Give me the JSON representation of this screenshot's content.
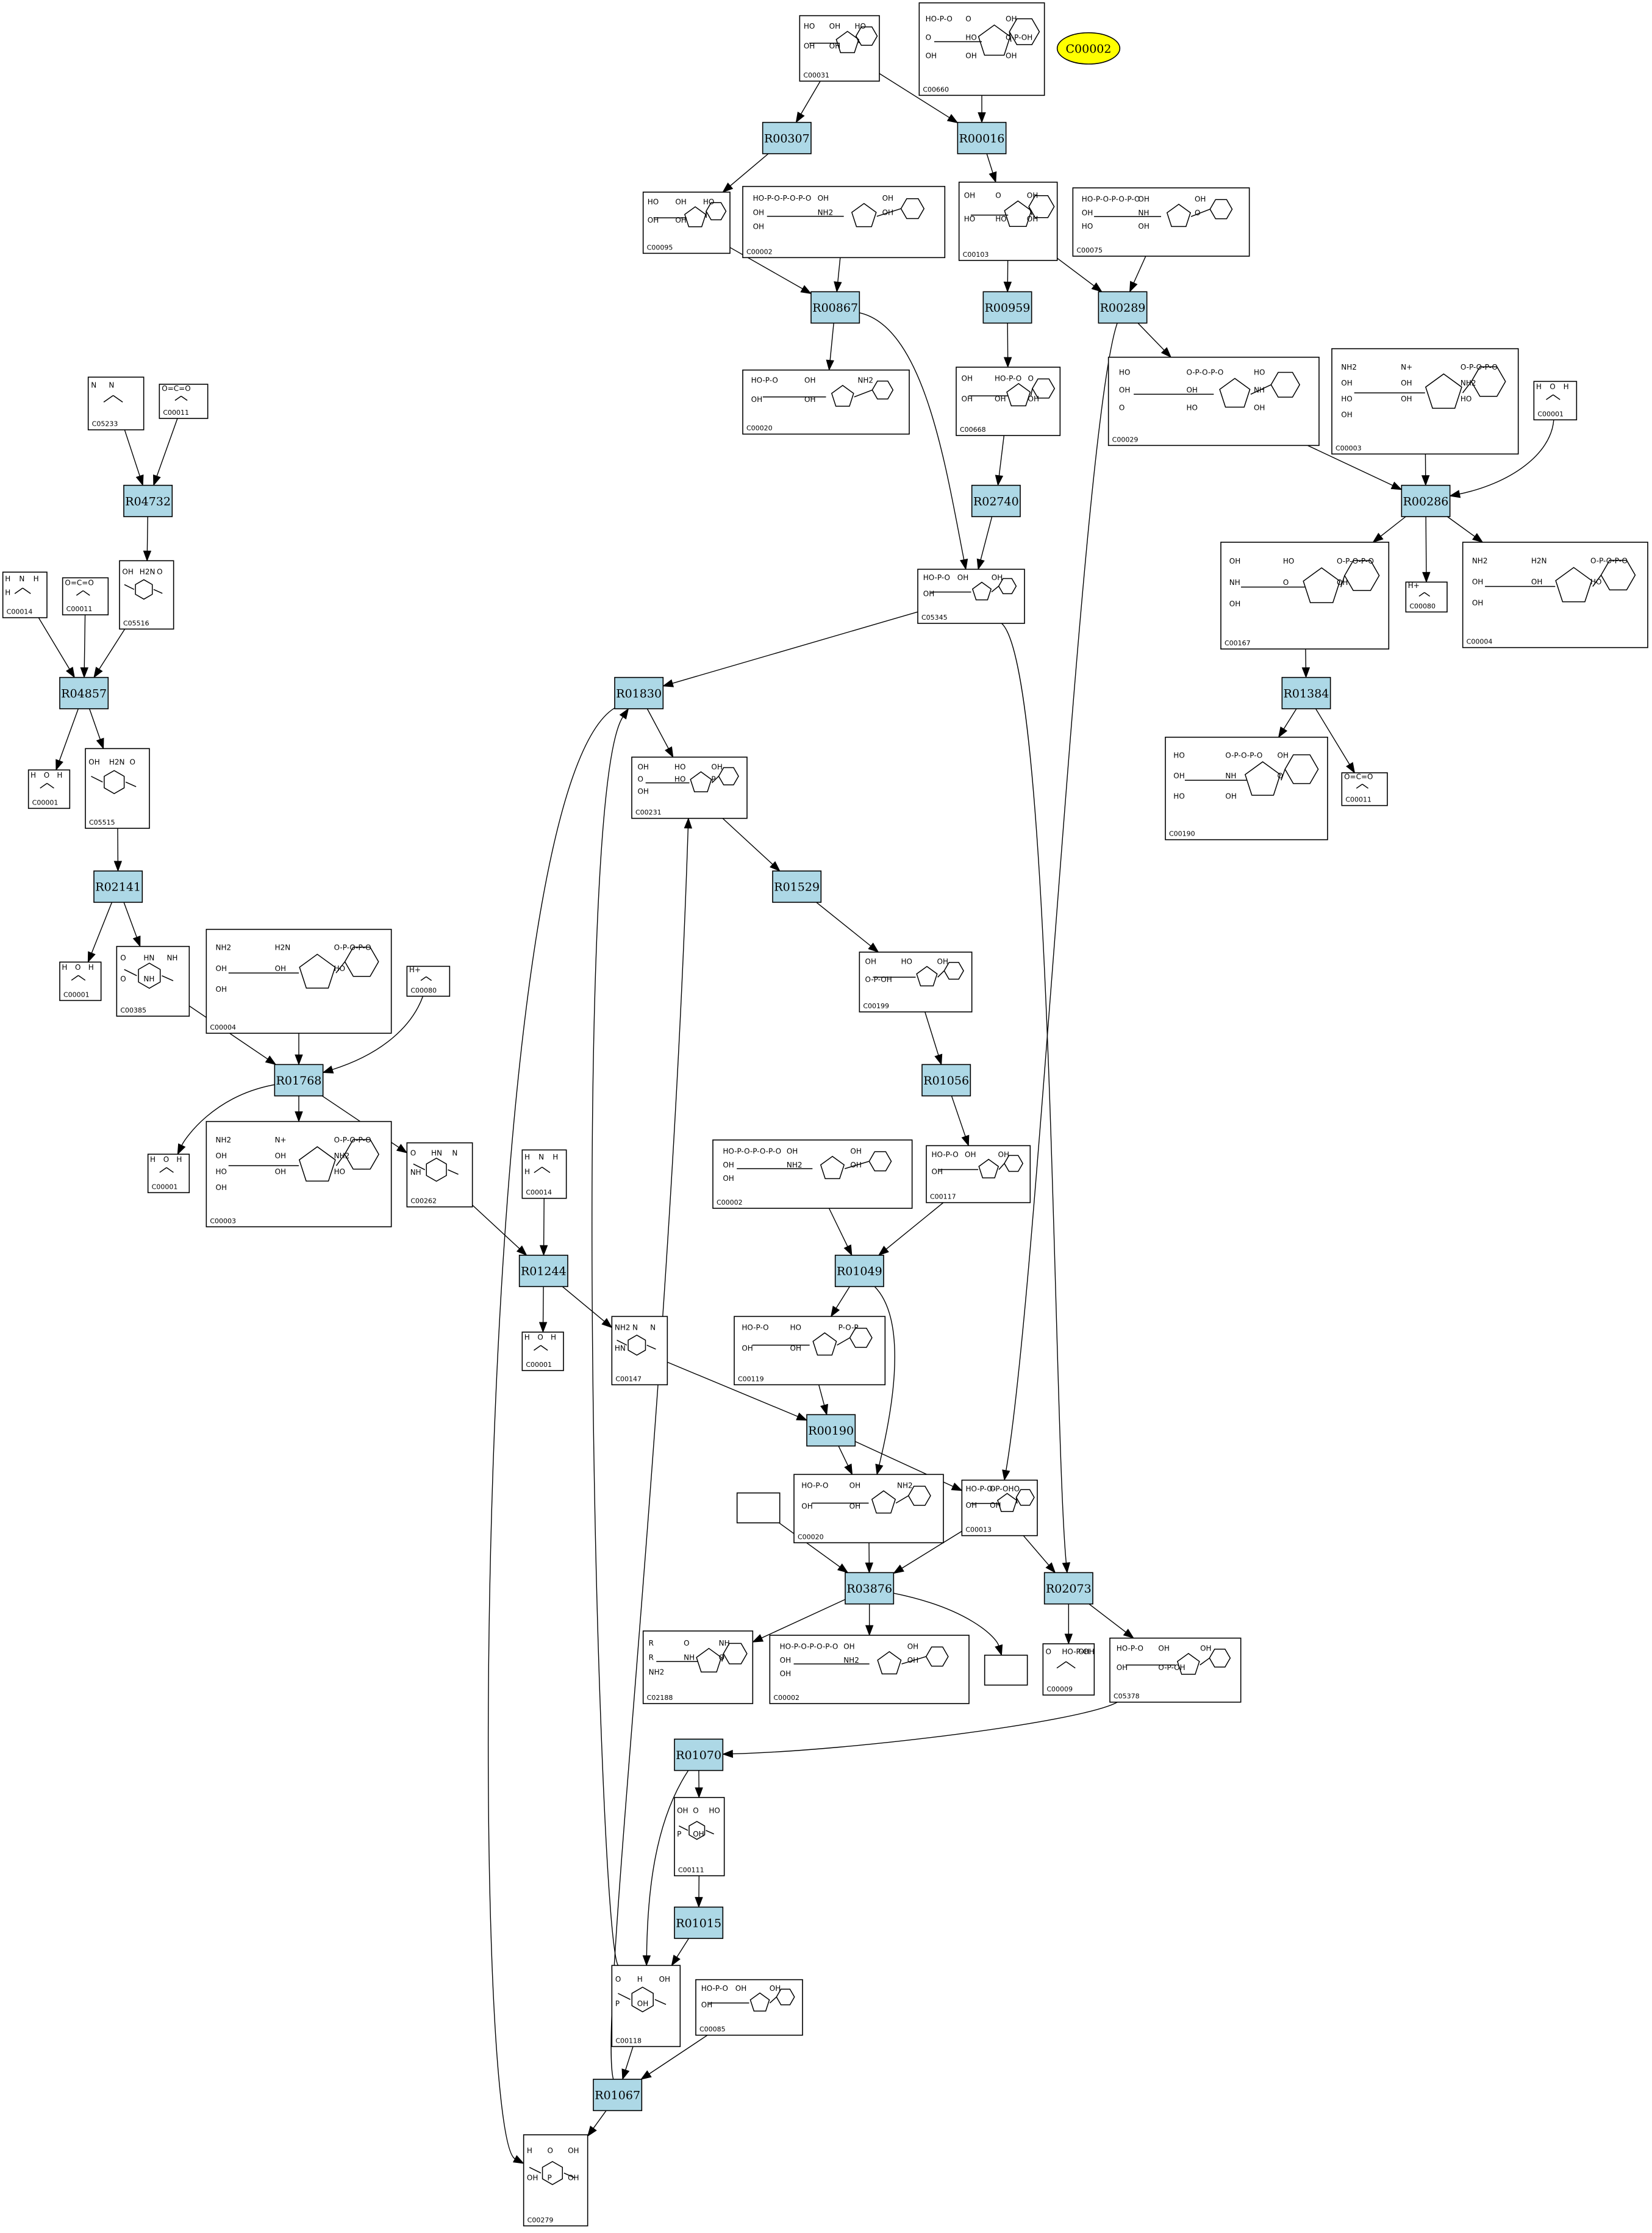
{
  "reactions": [
    {
      "id": "R00307"
    },
    {
      "id": "R00016"
    },
    {
      "id": "R00867"
    },
    {
      "id": "R00959"
    },
    {
      "id": "R00289"
    },
    {
      "id": "R04732"
    },
    {
      "id": "R02740"
    },
    {
      "id": "R00286"
    },
    {
      "id": "R04857"
    },
    {
      "id": "R01830"
    },
    {
      "id": "R01384"
    },
    {
      "id": "R02141"
    },
    {
      "id": "R01529"
    },
    {
      "id": "R01768"
    },
    {
      "id": "R01056"
    },
    {
      "id": "R01244"
    },
    {
      "id": "R01049"
    },
    {
      "id": "R00190"
    },
    {
      "id": "R03876"
    },
    {
      "id": "R02073"
    },
    {
      "id": "R01070"
    },
    {
      "id": "R01015"
    },
    {
      "id": "R01067"
    }
  ],
  "compounds": [
    {
      "id": "C00031",
      "atoms": [
        "HO",
        "OH",
        "HO",
        "OH",
        "OH"
      ]
    },
    {
      "id": "C00660",
      "atoms": [
        "HO-P-O",
        "O",
        "OH",
        "O",
        "HO",
        "O-P-OH",
        "OH",
        "OH",
        "OH"
      ]
    },
    {
      "id": "C00095",
      "atoms": [
        "HO",
        "OH",
        "HO",
        "OH",
        "OH"
      ]
    },
    {
      "id": "C00002",
      "atoms": [
        "HO-P-O-P-O-P-O",
        "OH",
        "OH",
        "OH",
        "NH2",
        "OH",
        "OH"
      ]
    },
    {
      "id": "C00103",
      "atoms": [
        "OH",
        "O",
        "OH",
        "HO",
        "HO",
        "OH"
      ]
    },
    {
      "id": "C00075",
      "atoms": [
        "HO-P-O-P-O-P-O",
        "OH",
        "OH",
        "OH",
        "NH",
        "O",
        "HO",
        "OH"
      ]
    },
    {
      "id": "C00020",
      "atoms": [
        "HO-P-O",
        "OH",
        "NH2",
        "OH",
        "OH"
      ]
    },
    {
      "id": "C05233",
      "atoms": [
        "N",
        "N"
      ]
    },
    {
      "id": "C00011",
      "atoms": [
        "O=C=O"
      ]
    },
    {
      "id": "C00668",
      "atoms": [
        "OH",
        "HO-P-O",
        "O",
        "OH",
        "OH",
        "OH"
      ]
    },
    {
      "id": "C00029",
      "atoms": [
        "HO",
        "O-P-O-P-O",
        "HO",
        "OH",
        "OH",
        "NH",
        "O",
        "HO",
        "OH"
      ]
    },
    {
      "id": "C00003",
      "atoms": [
        "NH2",
        "N+",
        "O-P-O-P-O",
        "OH",
        "OH",
        "NH2",
        "HO",
        "OH",
        "HO",
        "OH"
      ]
    },
    {
      "id": "C00001",
      "atoms": [
        "H",
        "O",
        "H"
      ]
    },
    {
      "id": "C05516",
      "atoms": [
        "OH",
        "H2N",
        "O"
      ]
    },
    {
      "id": "C00014",
      "atoms": [
        "H",
        "N",
        "H",
        "H"
      ]
    },
    {
      "id": "C05345",
      "atoms": [
        "HO-P-O",
        "OH",
        "OH",
        "OH"
      ]
    },
    {
      "id": "C00080",
      "atoms": [
        "H+"
      ]
    },
    {
      "id": "C00004",
      "atoms": [
        "NH2",
        "H2N",
        "O-P-O-P-O",
        "OH",
        "OH",
        "HO",
        "OH"
      ]
    },
    {
      "id": "C00167",
      "atoms": [
        "OH",
        "HO",
        "O-P-O-P-O",
        "NH",
        "O",
        "OH",
        "OH"
      ]
    },
    {
      "id": "C05515",
      "atoms": [
        "OH",
        "H2N",
        "O"
      ]
    },
    {
      "id": "C00231",
      "atoms": [
        "OH",
        "HO",
        "OH",
        "O",
        "HO",
        "P",
        "OH"
      ]
    },
    {
      "id": "C00190",
      "atoms": [
        "HO",
        "O-P-O-P-O",
        "OH",
        "OH",
        "NH",
        "O",
        "HO",
        "OH"
      ]
    },
    {
      "id": "C00199",
      "atoms": [
        "OH",
        "HO",
        "OH",
        "O-P-OH"
      ]
    },
    {
      "id": "C00385",
      "atoms": [
        "O",
        "HN",
        "NH",
        "O",
        "NH"
      ]
    },
    {
      "id": "C00262",
      "atoms": [
        "O",
        "HN",
        "N",
        "NH"
      ]
    },
    {
      "id": "C00117",
      "atoms": [
        "HO-P-O",
        "OH",
        "OH",
        "OH"
      ]
    },
    {
      "id": "C00147",
      "atoms": [
        "NH2",
        "N",
        "N",
        "HN"
      ]
    },
    {
      "id": "C00119",
      "atoms": [
        "HO-P-O",
        "HO",
        "P-O-P",
        "OH",
        "OH"
      ]
    },
    {
      "id": "C00013",
      "atoms": [
        "HO-P-O-P-OH",
        "O",
        "O",
        "OH",
        "OH"
      ]
    },
    {
      "id": "C02188",
      "atoms": [
        "R",
        "O",
        "NH",
        "R",
        "NH",
        "O",
        "NH2"
      ]
    },
    {
      "id": "C00009",
      "atoms": [
        "O",
        "HO-P-OH",
        "OH"
      ]
    },
    {
      "id": "C05378",
      "atoms": [
        "HO-P-O",
        "OH",
        "OH",
        "OH",
        "O-P-OH"
      ]
    },
    {
      "id": "C00111",
      "atoms": [
        "OH",
        "O",
        "HO",
        "P",
        "OH"
      ]
    },
    {
      "id": "C00118",
      "atoms": [
        "O",
        "H",
        "OH",
        "P",
        "OH"
      ]
    },
    {
      "id": "C00085",
      "atoms": [
        "HO-P-O",
        "OH",
        "OH",
        "OH"
      ]
    },
    {
      "id": "C00279",
      "atoms": [
        "H",
        "O",
        "OH",
        "OH",
        "P",
        "OH"
      ]
    }
  ],
  "highlight": {
    "id": "C00002",
    "fill": "#ffff00"
  },
  "colors": {
    "reaction_fill": "#add8e6",
    "edge": "#000000",
    "compound_fill": "#ffffff"
  }
}
